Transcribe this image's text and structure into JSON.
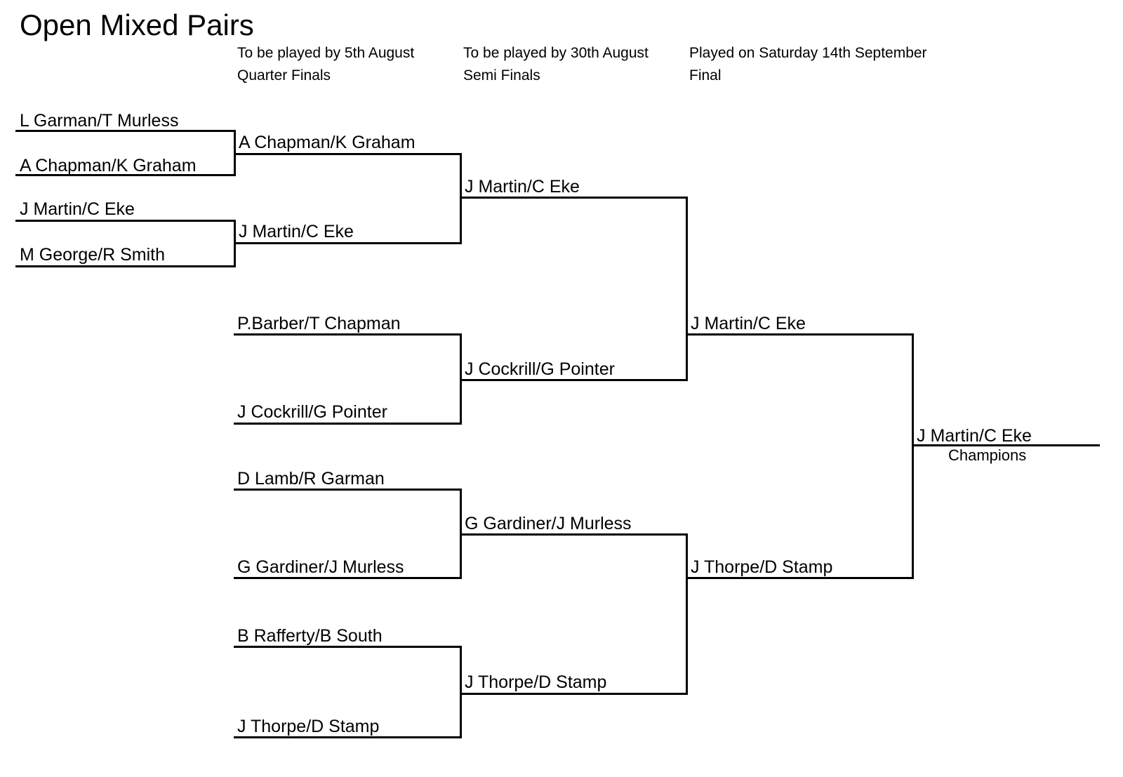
{
  "title": "Open Mixed Pairs",
  "rounds": [
    {
      "deadline": "To be played by 5th August",
      "name": "Quarter Finals"
    },
    {
      "deadline": "To be played by 30th August",
      "name": "Semi Finals"
    },
    {
      "deadline": "Played on Saturday 14th September",
      "name": "Final"
    }
  ],
  "preliminary": [
    "L Garman/T Murless",
    "A Chapman/K Graham",
    "J Martin/C Eke",
    "M George/R Smith"
  ],
  "quarter_finals": [
    "A Chapman/K Graham",
    "J Martin/C Eke",
    "P.Barber/T Chapman",
    "J Cockrill/G Pointer",
    "D Lamb/R Garman",
    "G Gardiner/J Murless",
    "B Rafferty/B South",
    "J Thorpe/D Stamp"
  ],
  "semi_finals": [
    "J Martin/C Eke",
    "J Cockrill/G Pointer",
    "G Gardiner/J Murless",
    "J Thorpe/D Stamp"
  ],
  "final": [
    "J Martin/C Eke",
    "J Thorpe/D Stamp"
  ],
  "champion": {
    "name": "J Martin/C Eke",
    "label": "Champions"
  }
}
